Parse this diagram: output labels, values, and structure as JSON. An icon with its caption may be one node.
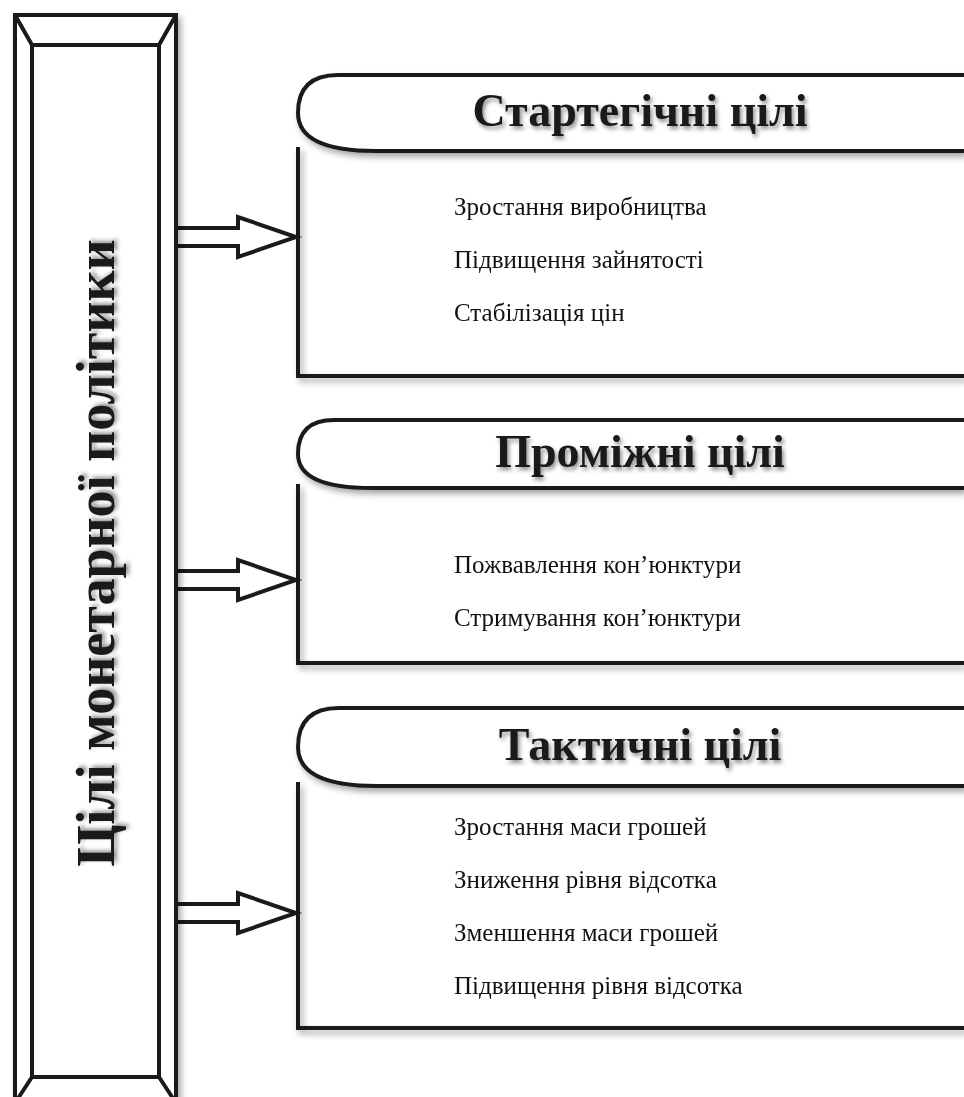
{
  "diagram": {
    "nodes": [
      {
        "text": [
          "Цілі монетарної політики"
        ]
      },
      {
        "text": [
          "Стартегічні цілі",
          "Зростання виробництва",
          "Підвищення зайнятості",
          "Стабілізація цін"
        ]
      },
      {
        "text": [
          "Проміжні цілі",
          "Пожвавлення кон’юнктури",
          "Стримування кон’юнктури"
        ]
      },
      {
        "text": [
          "Тактичні цілі",
          "Зростання маси грошей",
          "Зниження рівня відсотка",
          "Зменшення маси грошей",
          "Підвищення рівня відсотка"
        ]
      }
    ],
    "edges": [
      {
        "from": 0,
        "to": 1,
        "arrow": "to"
      },
      {
        "from": 0,
        "to": 2,
        "arrow": "to"
      },
      {
        "from": 0,
        "to": 3,
        "arrow": "to"
      }
    ]
  }
}
